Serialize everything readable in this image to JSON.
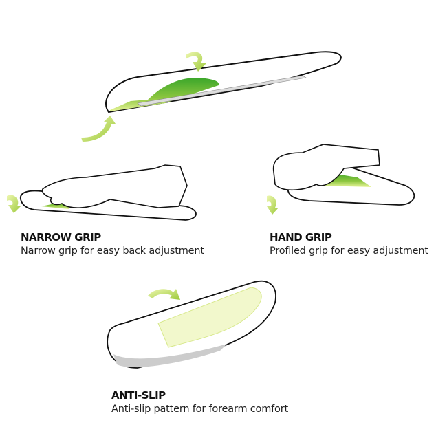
{
  "features": [
    {
      "title": "NARROW GRIP",
      "description": "Narrow grip for easy back adjustment"
    },
    {
      "title": "HAND GRIP",
      "description": "Profiled grip for easy adjustment"
    },
    {
      "title": "ANTI-SLIP",
      "description": "Anti-slip pattern for forearm comfort"
    }
  ],
  "colors": {
    "accent": "#8dc63f",
    "green_dark": "#3aa62a",
    "outline": "#111111"
  }
}
